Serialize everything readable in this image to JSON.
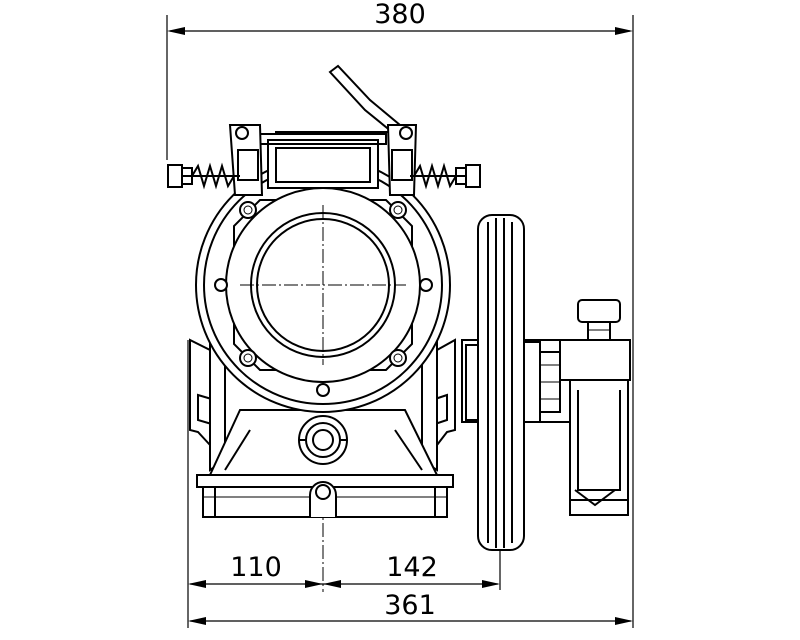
{
  "drawing": {
    "dimensions": {
      "overall_top": "380",
      "bottom_left": "110",
      "bottom_mid": "142",
      "overall_bottom": "361"
    }
  }
}
